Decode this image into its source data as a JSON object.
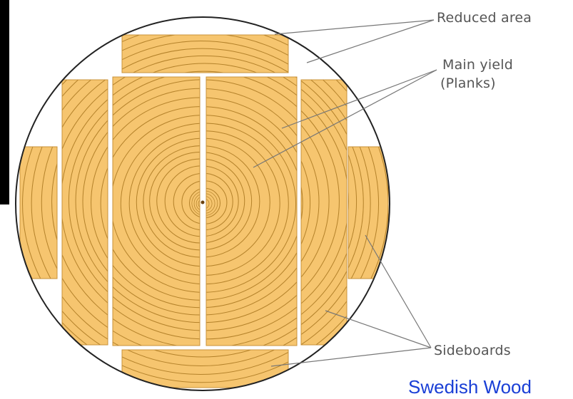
{
  "labels": {
    "reduced_area": "Reduced area",
    "main_yield_line1": "Main yield",
    "main_yield_line2": "(Planks)",
    "sideboards": "Sideboards"
  },
  "source_link": "Swedish Wood",
  "colors": {
    "wood": "#f6c56f",
    "ring": "#a8761f",
    "outline": "#222222",
    "leader": "#777777"
  }
}
